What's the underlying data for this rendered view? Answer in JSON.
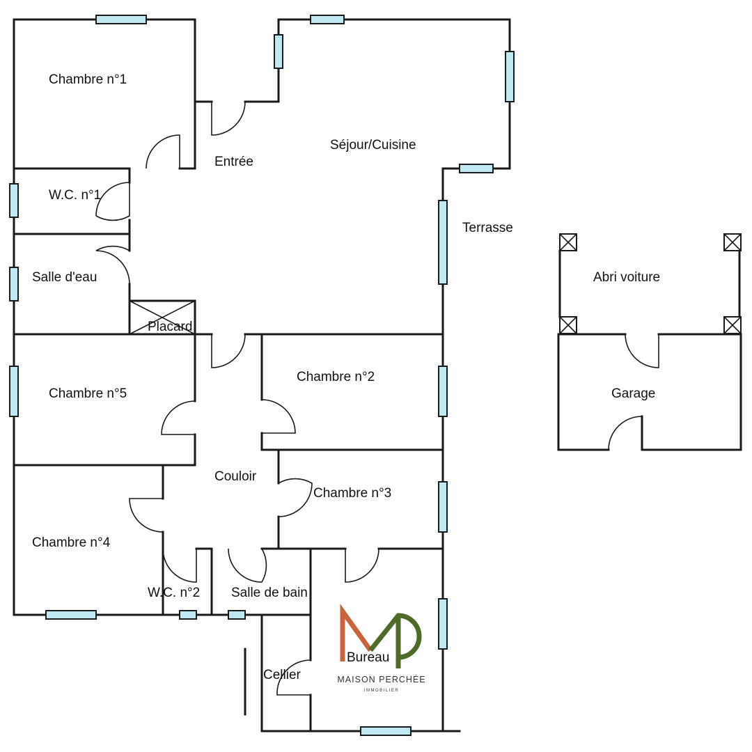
{
  "rooms": {
    "chambre1": "Chambre n°1",
    "entree": "Entrée",
    "sejour": "Séjour/Cuisine",
    "wc1": "W.C. n°1",
    "terrasse": "Terrasse",
    "salle_eau": "Salle d'eau",
    "placard": "Placard",
    "chambre5": "Chambre n°5",
    "chambre2": "Chambre n°2",
    "couloir": "Couloir",
    "chambre3": "Chambre n°3",
    "chambre4": "Chambre n°4",
    "wc2": "W.C. n°2",
    "salle_bain": "Salle de bain",
    "bureau": "Bureau",
    "cellier": "Cellier",
    "abri": "Abri voiture",
    "garage": "Garage"
  },
  "logo": {
    "name": "MAISON PERCHÉE",
    "tagline": "IMMOBILIER",
    "colors": {
      "m": "#c8643c",
      "p": "#4f6b2a"
    }
  },
  "colors": {
    "window": "#bfe9f2",
    "wall": "#1a1a1a"
  }
}
